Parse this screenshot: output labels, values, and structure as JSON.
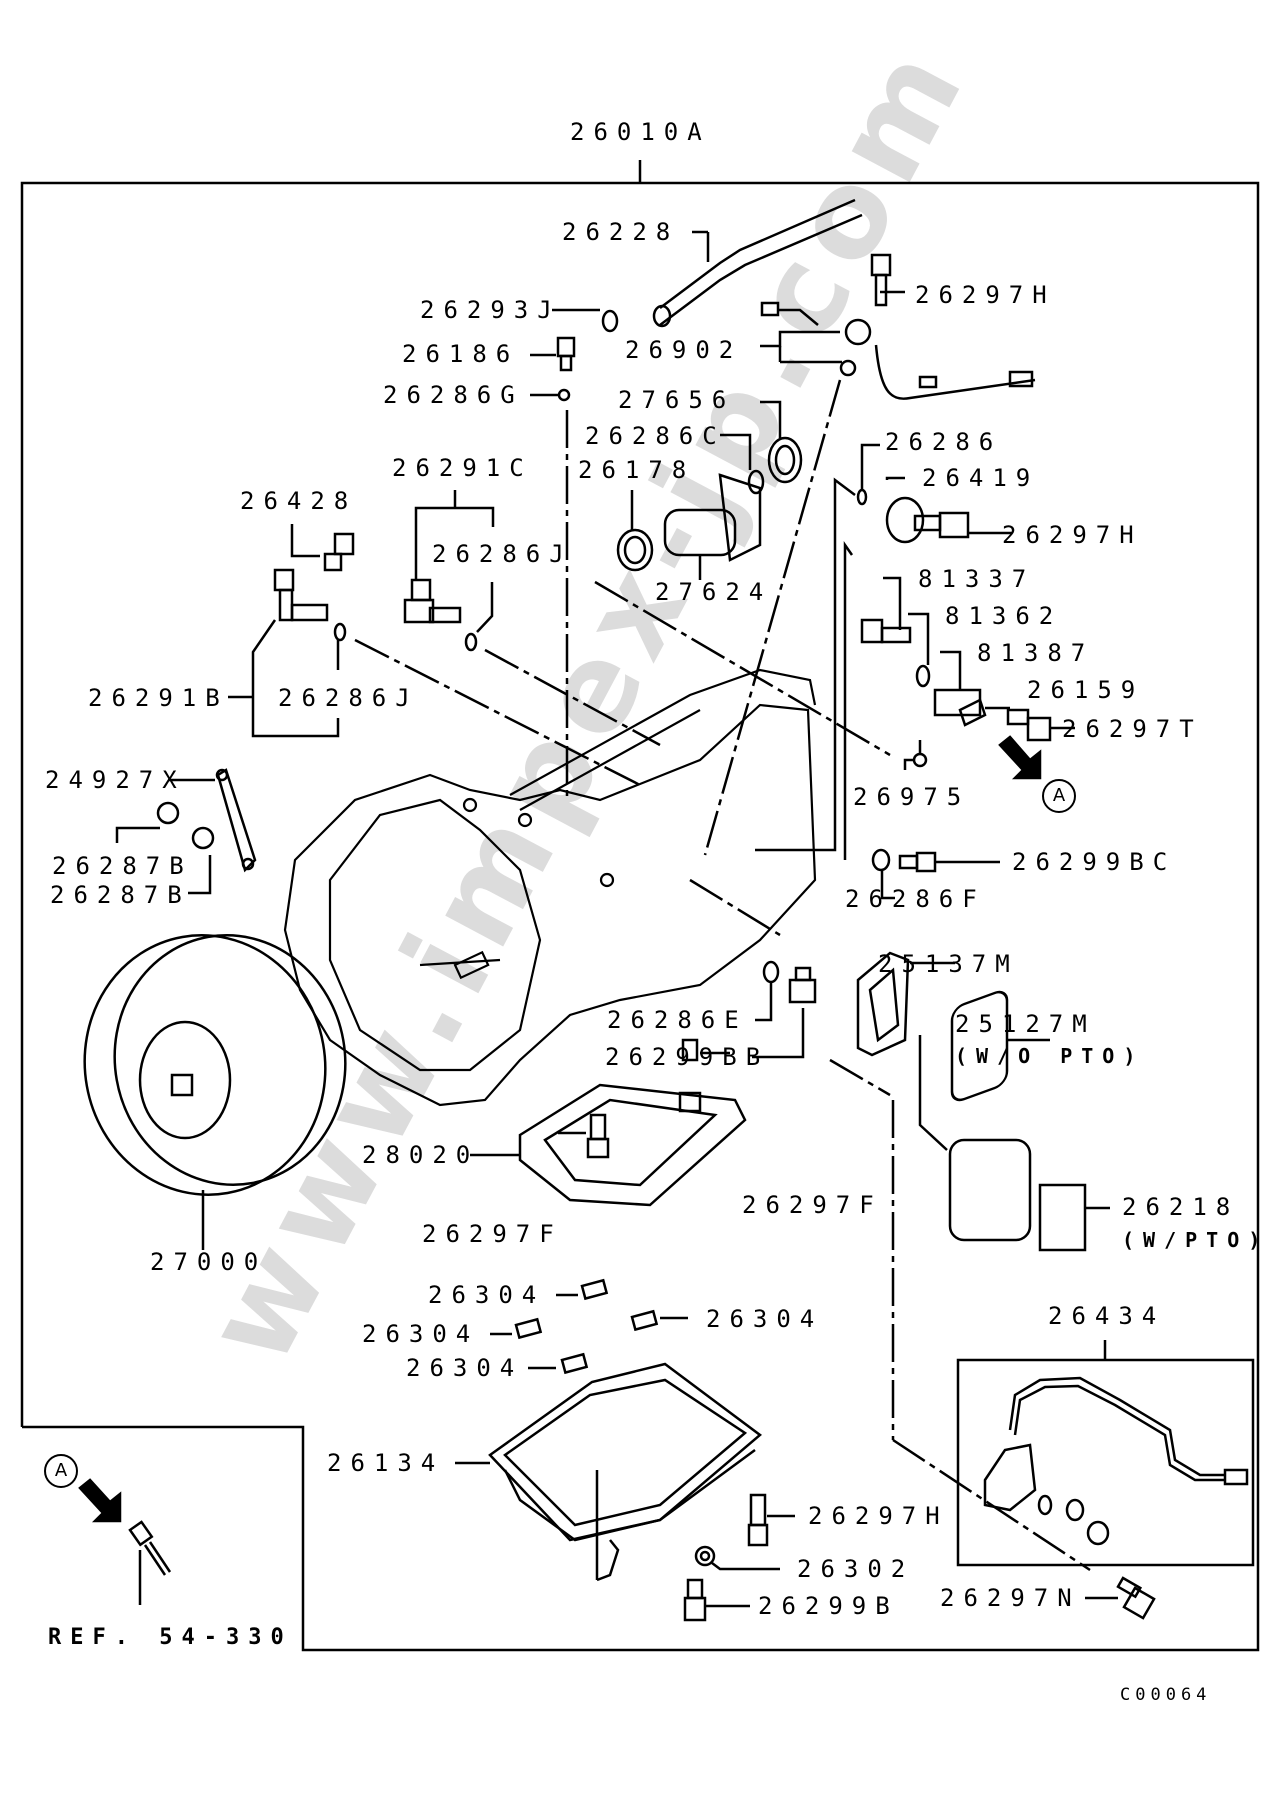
{
  "diagram": {
    "title_part": "26010A",
    "figure_code": "C00064",
    "watermark": "www.impex-jp.com",
    "ref_note": "REF. 54-330",
    "view_marker": "A",
    "labels": {
      "p26228": "26228",
      "p26293J": "26293J",
      "p26186": "26186",
      "p26286G": "26286G",
      "p26902": "26902",
      "p26297H_top": "26297H",
      "p27656": "27656",
      "p26286C": "26286C",
      "p26178": "26178",
      "p27624": "27624",
      "p26286": "26286",
      "p26419": "26419",
      "p26297H_mid": "26297H",
      "p81337": "81337",
      "p81362": "81362",
      "p81387": "81387",
      "p26159": "26159",
      "p26297T": "26297T",
      "p26975": "26975",
      "p26291C": "26291C",
      "p26286J_a": "26286J",
      "p26428": "26428",
      "p26291B": "26291B",
      "p26286J_b": "26286J",
      "p24927X": "24927X",
      "p26287B_a": "26287B",
      "p26287B_b": "26287B",
      "p26299BC": "26299BC",
      "p26286F": "26286F",
      "p25137M": "25137M",
      "p25127M": "25127M",
      "p25127M_note": "(W/O PTO)",
      "p26286E": "26286E",
      "p26299BB": "26299BB",
      "p28020": "28020",
      "p26297F_a": "26297F",
      "p26297F_b": "26297F",
      "p26218": "26218",
      "p26218_note": "(W/PTO)",
      "p27000": "27000",
      "p26304_a": "26304",
      "p26304_b": "26304",
      "p26304_c": "26304",
      "p26304_d": "26304",
      "p26434": "26434",
      "p26134": "26134",
      "p26297H_low": "26297H",
      "p26302": "26302",
      "p26299B": "26299B",
      "p26297N": "26297N"
    }
  }
}
